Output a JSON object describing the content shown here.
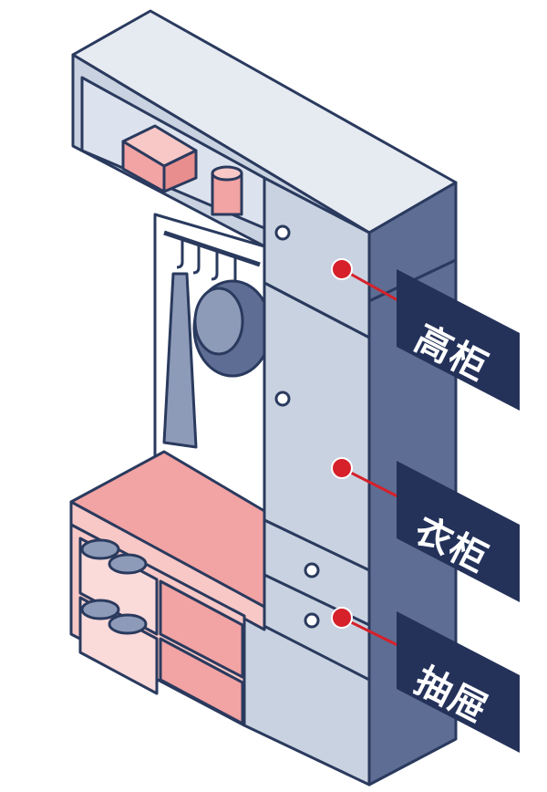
{
  "colors": {
    "outline": "#2a3a5e",
    "light_panel": "#c9d2e0",
    "mid_panel": "#8e9bb8",
    "dark_panel": "#5d6d93",
    "interior": "#dde3ee",
    "pink": "#f2a3a3",
    "pink_light": "#f7c8c6",
    "label_bg": "#24325a",
    "label_text": "#ffffff",
    "marker": "#d6202a"
  },
  "labels": {
    "tall_cabinet": "高柜",
    "wardrobe": "衣柜",
    "drawer": "抽屉"
  }
}
